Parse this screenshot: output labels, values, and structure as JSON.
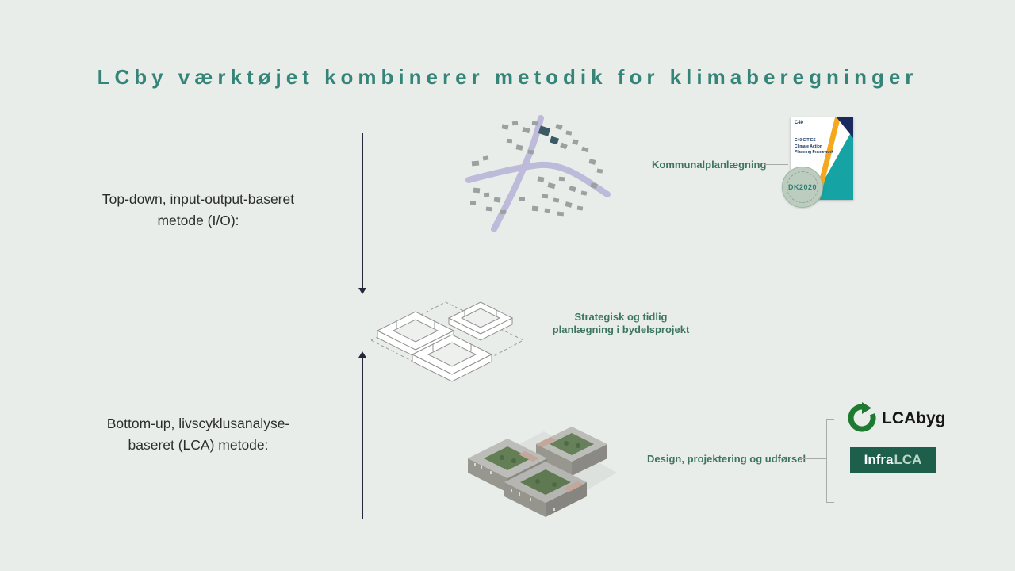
{
  "title": "LCby værktøjet kombinerer metodik for klimaberegninger",
  "colors": {
    "background": "#e9edea",
    "title": "#348578",
    "label_text": "#2d2d2d",
    "right_label_green": "#3c7560",
    "arrow": "#26263a",
    "lcabyg_green": "#1e7a30",
    "infralca_background": "#1d5f4a",
    "map_road": "#bdbada",
    "courtyard_green": "#647f56"
  },
  "left_labels": {
    "topdown_line1": "Top-down, input-output-baseret",
    "topdown_line2": "metode (I/O):",
    "bottomup_line1": "Bottom-up, livscyklusanalyse-",
    "bottomup_line2": "baseret (LCA) metode:"
  },
  "right_labels": {
    "kommunal": "Kommunalplanlægning",
    "strategisk_line1": "Strategisk og tidlig",
    "strategisk_line2": "planlægning i bydelsprojekt",
    "design": "Design, projektering og udførsel"
  },
  "logos": {
    "lcabyg_text": "LCAbyg",
    "infralca_bold": "Infra",
    "infralca_rest": "LCA"
  },
  "document_cover": {
    "logo": "C40",
    "line1": "C40 CITIES",
    "line2": "Climate Action",
    "line3": "Planning Framework",
    "badge": "DK2020"
  },
  "illustrations": {
    "city_map": "aerial-city-map",
    "sketch": "early-design-block-sketch",
    "render": "detailed-courtyard-buildings-3d"
  }
}
